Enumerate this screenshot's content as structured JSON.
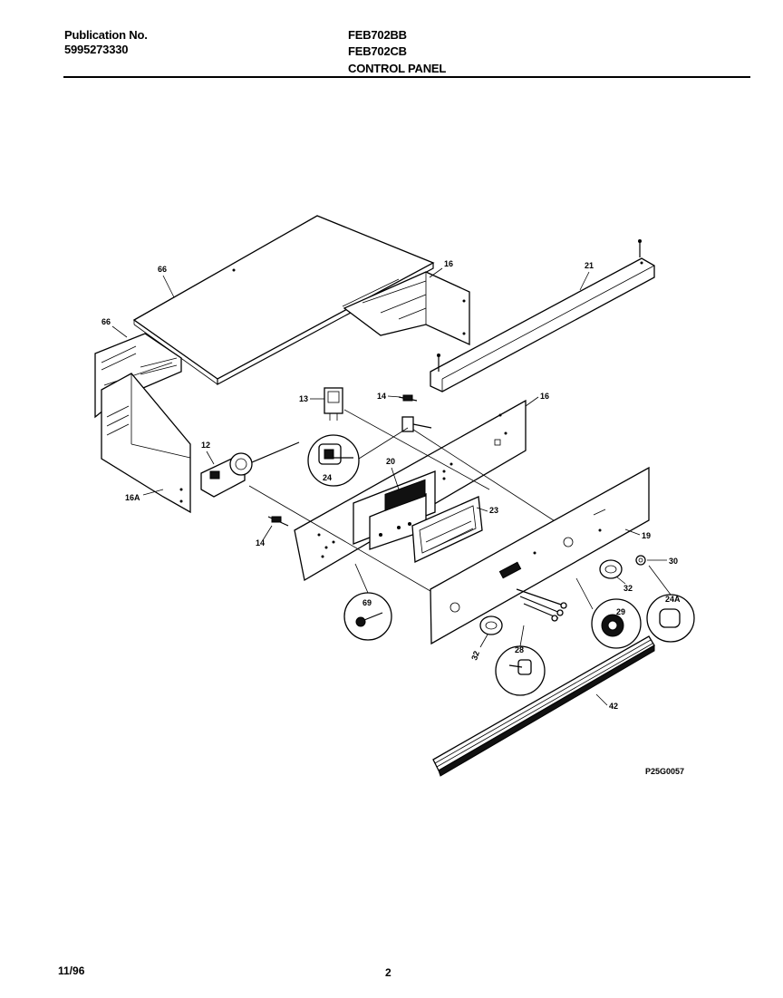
{
  "header": {
    "publication_label": "Publication No.",
    "publication_number": "5995273330",
    "model_1": "FEB702BB",
    "model_2": "FEB702CB",
    "section_title": "CONTROL PANEL"
  },
  "footer": {
    "date": "11/96",
    "page_number": "2"
  },
  "diagram": {
    "figure_code": "P25G0057",
    "callouts": {
      "c66a": "66",
      "c66b": "66",
      "c16a": "16",
      "c16b": "16",
      "c21": "21",
      "c13": "13",
      "c14a": "14",
      "c14b": "14",
      "c12": "12",
      "c24": "24",
      "c20": "20",
      "c23": "23",
      "c16A": "16A",
      "c19": "19",
      "c30": "30",
      "c32a": "32",
      "c32b": "32",
      "c29": "29",
      "c24A": "24A",
      "c69": "69",
      "c28": "28",
      "c42": "42"
    }
  }
}
